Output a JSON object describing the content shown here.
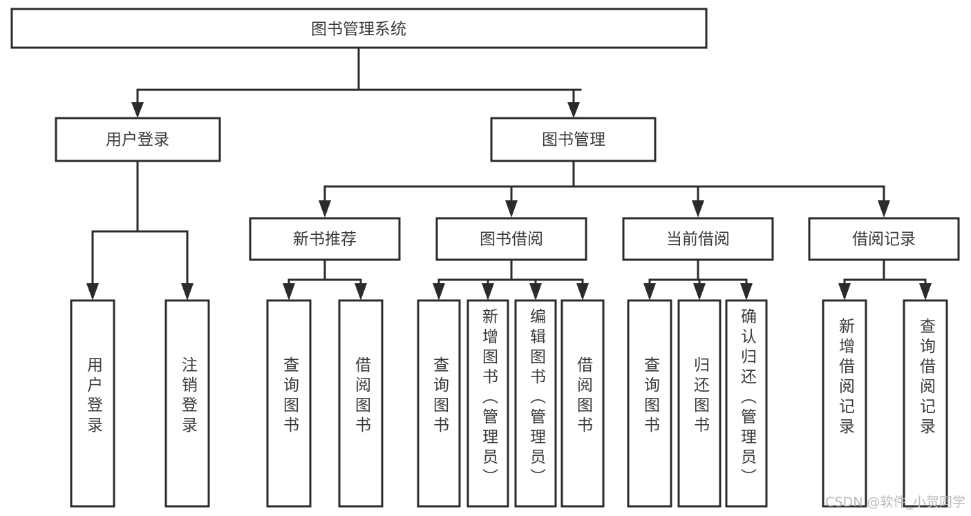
{
  "diagram": {
    "type": "tree",
    "title": "图书管理系统",
    "watermark": "CSDN @软件_小贺同学",
    "colors": {
      "stroke": "#2b2b2b",
      "fill": "#ffffff",
      "text": "#3a3a3a",
      "watermark": "#b8b8b8",
      "background": "#ffffff"
    },
    "levels": {
      "root": {
        "label": "图书管理系统"
      },
      "level2": [
        {
          "label": "用户登录"
        },
        {
          "label": "图书管理"
        }
      ],
      "level3": [
        {
          "label": "新书推荐"
        },
        {
          "label": "图书借阅"
        },
        {
          "label": "当前借阅"
        },
        {
          "label": "借阅记录"
        }
      ],
      "leaves": [
        {
          "label": "用户登录",
          "parent": "用户登录"
        },
        {
          "label": "注销登录",
          "parent": "用户登录"
        },
        {
          "label": "查询图书",
          "parent": "新书推荐"
        },
        {
          "label": "借阅图书",
          "parent": "新书推荐"
        },
        {
          "label": "查询图书",
          "parent": "图书借阅"
        },
        {
          "label": "新增图书（管理员）",
          "parent": "图书借阅"
        },
        {
          "label": "编辑图书（管理员）",
          "parent": "图书借阅"
        },
        {
          "label": "借阅图书",
          "parent": "图书借阅"
        },
        {
          "label": "查询图书",
          "parent": "当前借阅"
        },
        {
          "label": "归还图书",
          "parent": "当前借阅"
        },
        {
          "label": "确认归还（管理员）",
          "parent": "当前借阅"
        },
        {
          "label": "新增借阅记录",
          "parent": "借阅记录"
        },
        {
          "label": "查询借阅记录",
          "parent": "借阅记录"
        }
      ]
    }
  }
}
